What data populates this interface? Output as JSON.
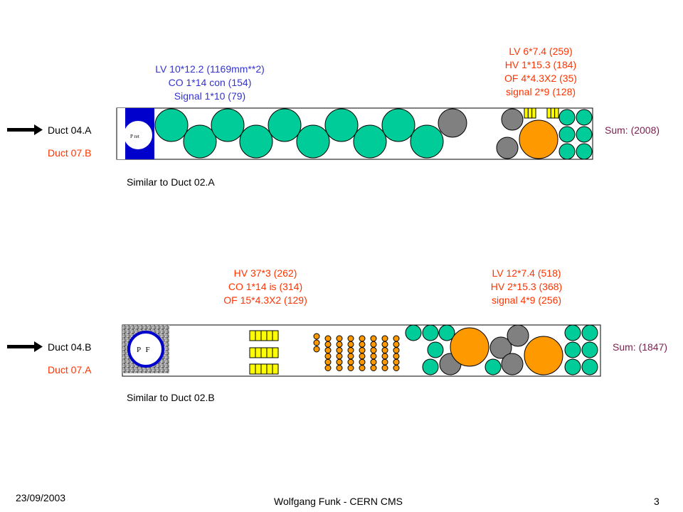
{
  "top": {
    "lv_label_lines": [
      "LV  10*12.2 (1169mm**2)",
      "CO 1*14 con (154)",
      "Signal 1*10 (79)"
    ],
    "right_label_lines": [
      "LV  6*7.4 (259)",
      "HV 1*15.3 (184)",
      "OF 4*4.3X2 (35)",
      "signal 2*9 (128)"
    ],
    "duct_primary": "Duct 04.A",
    "duct_secondary": "Duct 07.B",
    "similar": "Similar to Duct 02.A",
    "sum": "Sum: (2008)",
    "pipe_label": "P ret"
  },
  "bottom": {
    "left_label_lines": [
      "HV  37*3 (262)",
      "CO 1*14 is (314)",
      "OF 15*4.3X2 (129)"
    ],
    "right_label_lines": [
      "LV  12*7.4 (518)",
      "HV 2*15.3 (368)",
      "signal 4*9 (256)"
    ],
    "duct_primary": "Duct 04.B",
    "duct_secondary": "Duct 07.A",
    "similar": "Similar to Duct 02.B",
    "sum": "Sum: (1847)",
    "pipe_label": "P F"
  },
  "footer": {
    "date": "23/09/2003",
    "author": "Wolfgang Funk - CERN  CMS",
    "page": "3"
  },
  "colors": {
    "green": "#00cc99",
    "gray": "#808080",
    "orange": "#ff9900",
    "yellow": "#ffff00",
    "blue": "#0000cc",
    "label_blue": "#3333cc",
    "label_red": "#ff3300",
    "sum_purple": "#7a1f4f"
  }
}
